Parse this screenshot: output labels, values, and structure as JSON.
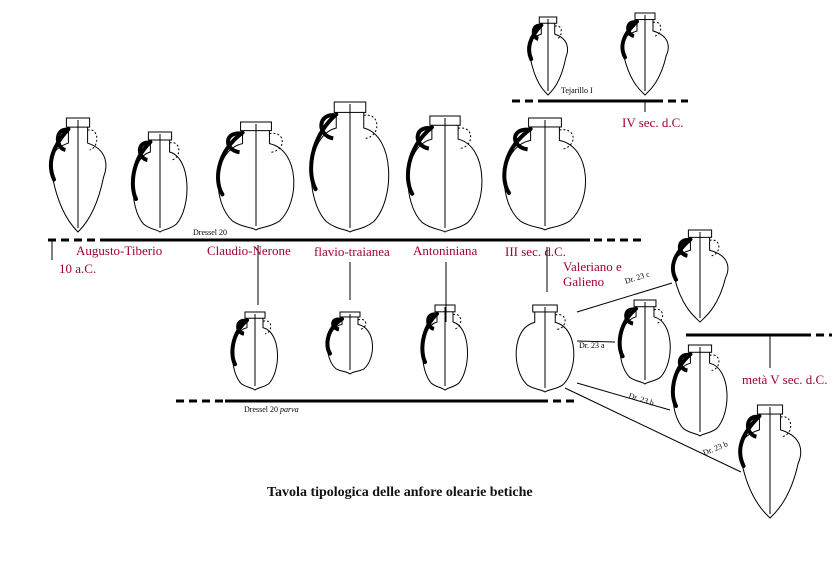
{
  "caption": "Tavola tipologica delle anfore olearie betiche",
  "colors": {
    "accent_text": "#a3002f",
    "ink": "#000000",
    "paper": "#ffffff"
  },
  "labels": {
    "tejarillo": "Tejarillo I",
    "iv_sec": "IV sec. d.C.",
    "dressel20": "Dressel 20",
    "ten_ac": "10 a.C.",
    "augusto": "Augusto-Tiberio",
    "claudio": "Claudio-Nerone",
    "flavio": "flavio-traianea",
    "antoniniana": "Antoniniana",
    "iii_sec": "III sec. d.C.",
    "valeriano_1": "Valeriano e",
    "valeriano_2": "Galieno",
    "dressel20parva_prefix": "Dressel 20 ",
    "dressel20parva_italic": "parva",
    "dr23c": "Dr. 23 c",
    "dr23a": "Dr. 23 a",
    "dr23b_1": "Dr. 23 b",
    "dr23b_2": "Dr. 23 b",
    "meta_v": "metà V sec. d.C."
  }
}
